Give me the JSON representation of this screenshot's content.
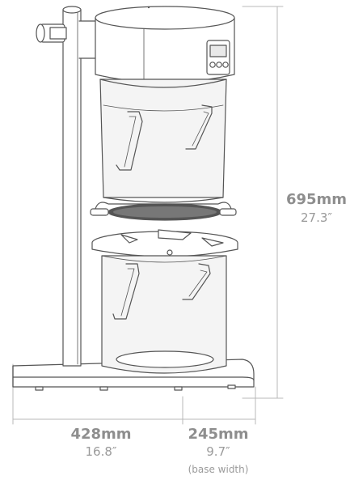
{
  "dimensions": {
    "height": {
      "metric": "695mm",
      "imperial": "27.3″"
    },
    "depth": {
      "metric": "428mm",
      "imperial": "16.8″"
    },
    "base_width": {
      "metric": "245mm",
      "imperial": "9.7″",
      "note": "(base width)"
    }
  },
  "display": {
    "readout": ""
  },
  "colors": {
    "stroke": "#555555",
    "dim_line": "#b8b8b8",
    "glass_fill": "#f4f4f4",
    "screen": "#e9e9e9",
    "mesh": "#555555"
  }
}
